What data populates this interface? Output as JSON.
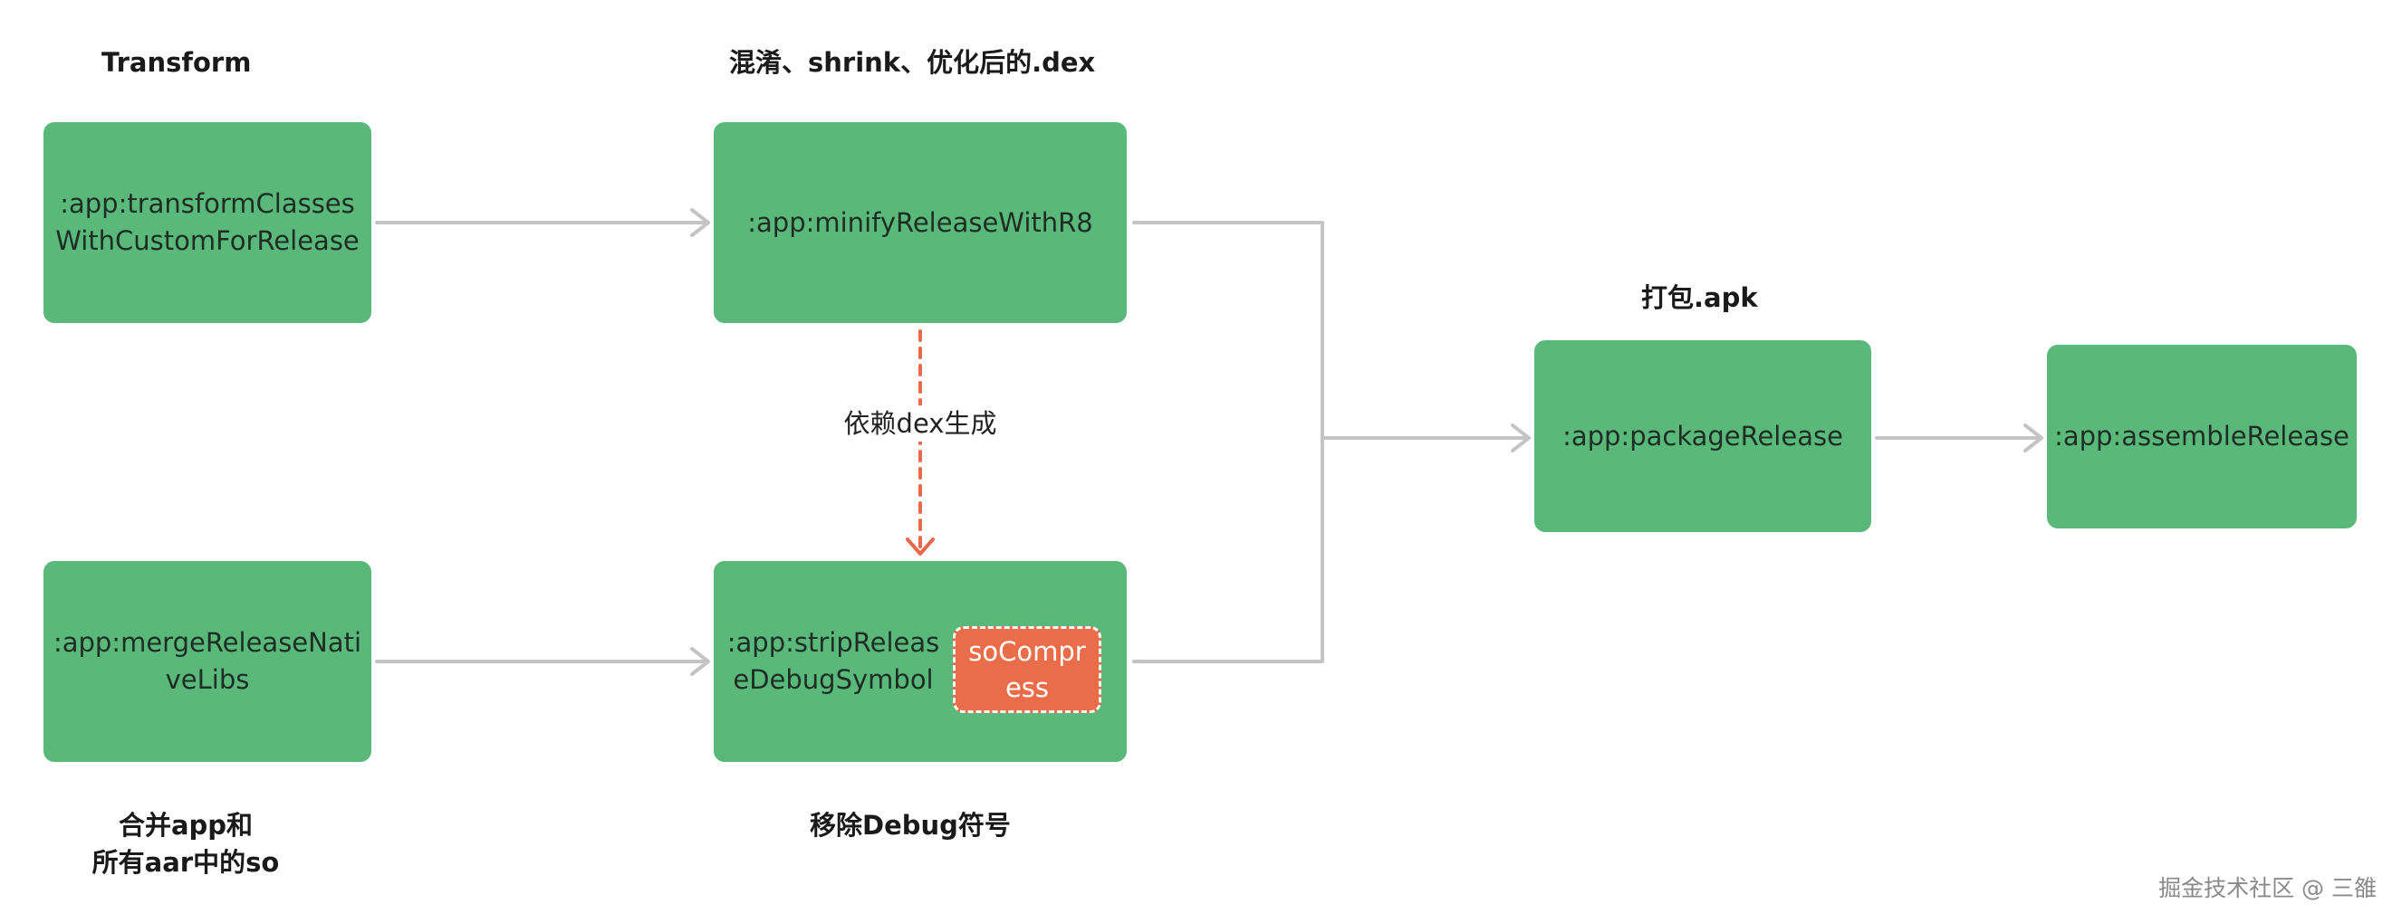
{
  "labels": {
    "transform": "Transform",
    "minify": "混淆、shrink、优化后的.dex",
    "package": "打包.apk",
    "merge_line1": "合并app和",
    "merge_line2": "所有aar中的so",
    "strip": "移除Debug符号"
  },
  "nodes": {
    "transform_classes": ":app:transformClassesWithCustomForRelease",
    "minify_release": ":app:minifyReleaseWithR8",
    "merge_native_libs": ":app:mergeReleaseNativeLibs",
    "strip_debug_symbol": ":app:stripReleaseDebugSymbol",
    "so_compress": "soCompress",
    "package_release": ":app:packageRelease",
    "assemble_release": ":app:assembleRelease"
  },
  "edges": {
    "dependency_label": "依赖dex生成"
  },
  "watermark": "掘金技术社区 @ 三雒",
  "colors": {
    "node_green": "#5ab87b",
    "accent_orange": "#ea6d4a",
    "arrow_gray": "#c4c4c4"
  }
}
